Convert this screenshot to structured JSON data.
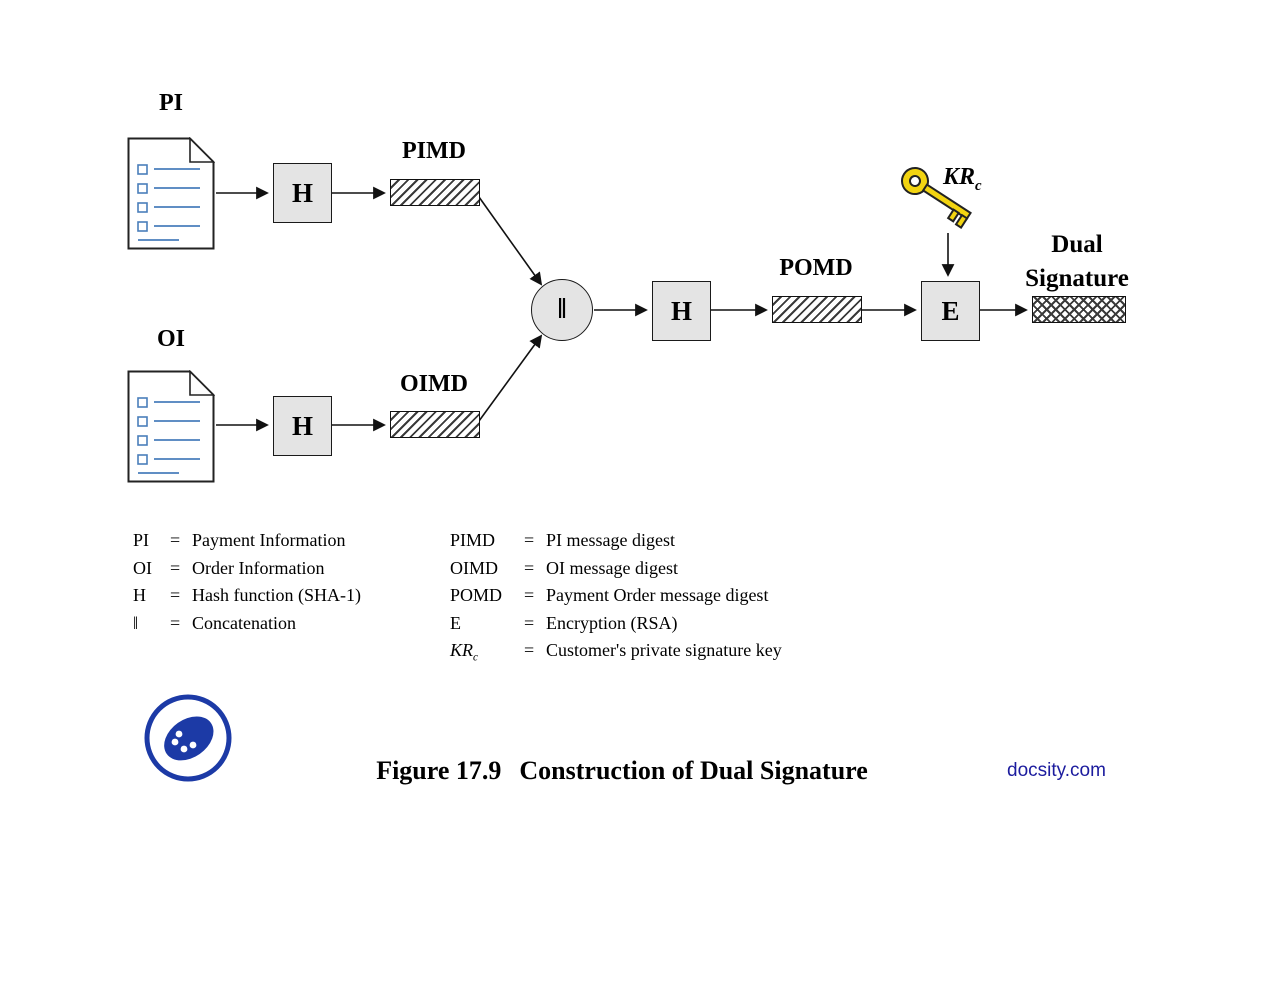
{
  "diagram": {
    "pi_label": "PI",
    "oi_label": "OI",
    "hash_label": "H",
    "concat_symbol": "‖",
    "pimd_label": "PIMD",
    "oimd_label": "OIMD",
    "pomd_label": "POMD",
    "encrypt_label": "E",
    "key_label": {
      "base": "KR",
      "sub": "c"
    },
    "dual_signature": {
      "line1": "Dual",
      "line2": "Signature"
    }
  },
  "legend": {
    "left": [
      {
        "abbr": "PI",
        "eq": "=",
        "definition": "Payment Information"
      },
      {
        "abbr": "OI",
        "eq": "=",
        "definition": "Order Information"
      },
      {
        "abbr": "H",
        "eq": "=",
        "definition": "Hash function (SHA-1)"
      },
      {
        "abbr": "‖",
        "eq": "=",
        "definition": "Concatenation"
      }
    ],
    "right": [
      {
        "abbr": "PIMD",
        "eq": "=",
        "definition": "PI message digest"
      },
      {
        "abbr": "OIMD",
        "eq": "=",
        "definition": "OI message digest"
      },
      {
        "abbr": "POMD",
        "eq": "=",
        "definition": "Payment Order message digest"
      },
      {
        "abbr": "E",
        "eq": "=",
        "definition": "Encryption (RSA)"
      },
      {
        "abbr": {
          "base": "KR",
          "sub": "c"
        },
        "eq": "=",
        "definition": "Customer's private signature key"
      }
    ]
  },
  "footer": {
    "figure_number": "Figure 17.9",
    "figure_title": "Construction of Dual Signature",
    "site_link": "docsity.com"
  },
  "colors": {
    "box_fill": "#e4e4e4",
    "outline": "#1a1a1a",
    "document_line_blue": "#4a7ebb",
    "key_yellow": "#f2d411",
    "brand_blue": "#1c3aa6",
    "hatch_dark": "#3a3a3a"
  }
}
